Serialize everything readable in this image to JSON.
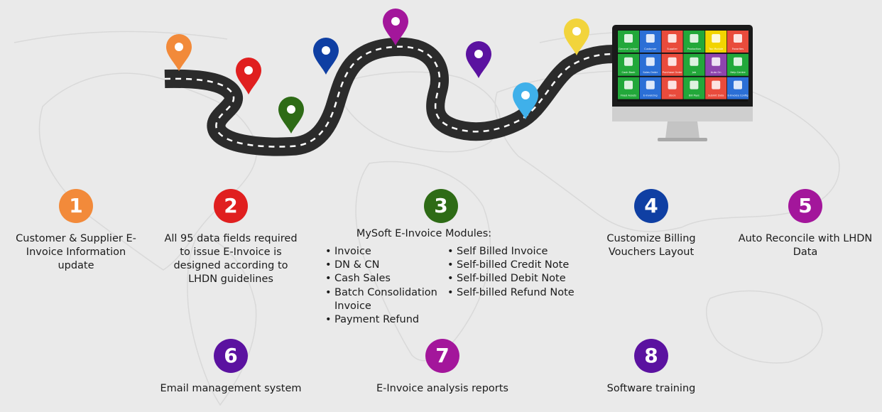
{
  "colors": {
    "background": "#eaeaea",
    "map": "#d9d9d9",
    "road": "#2b2b2b",
    "road_dash": "#ffffff"
  },
  "pins": [
    {
      "color": "#f28a3a"
    },
    {
      "color": "#e01f1f"
    },
    {
      "color": "#2e6b16"
    },
    {
      "color": "#0f3fa3"
    },
    {
      "color": "#a3169b"
    },
    {
      "color": "#5b12a0"
    },
    {
      "color": "#3fb0ea"
    },
    {
      "color": "#f2d43c"
    }
  ],
  "monitor": {
    "tiles": [
      {
        "color": "#22a83a",
        "icon": "ledger-icon",
        "label": "General Ledger"
      },
      {
        "color": "#2b6fd6",
        "icon": "customer-icon",
        "label": "Customer"
      },
      {
        "color": "#e94b3c",
        "icon": "supplier-icon",
        "label": "Supplier"
      },
      {
        "color": "#22a83a",
        "icon": "production-icon",
        "label": "Production"
      },
      {
        "color": "#f2d400",
        "icon": "sst-icon",
        "label": "Tax Module"
      },
      {
        "color": "#e94b3c",
        "icon": "heart-icon",
        "label": "Favorites"
      },
      {
        "color": "#22a83a",
        "icon": "cash-icon",
        "label": "Cash Book"
      },
      {
        "color": "#2b6fd6",
        "icon": "order-icon",
        "label": "Sales Order"
      },
      {
        "color": "#e94b3c",
        "icon": "purchase-icon",
        "label": "Purchase Order"
      },
      {
        "color": "#22a83a",
        "icon": "job-icon",
        "label": "Job"
      },
      {
        "color": "#8e44ad",
        "icon": "autoon-icon",
        "label": "Auto On"
      },
      {
        "color": "#22a83a",
        "icon": "help-icon",
        "label": "Help Centre"
      },
      {
        "color": "#22a83a",
        "icon": "fixed-assets-icon",
        "label": "Fixed Assets"
      },
      {
        "color": "#2b6fd6",
        "icon": "invoicing-icon",
        "label": "E-Invoicing"
      },
      {
        "color": "#e94b3c",
        "icon": "stock-icon",
        "label": "Stock"
      },
      {
        "color": "#22a83a",
        "icon": "bill-icon",
        "label": "Bill Pays"
      },
      {
        "color": "#e94b3c",
        "icon": "submit-icon",
        "label": "Submit Data"
      },
      {
        "color": "#2b6fd6",
        "icon": "einvoice-icon",
        "label": "E-Invoice Config"
      }
    ]
  },
  "steps": [
    {
      "number": "1",
      "color": "#f28a3a",
      "caption": "Customer & Supplier E-\nInvoice Information\nupdate"
    },
    {
      "number": "2",
      "color": "#e01f1f",
      "caption": "All 95 data fields required\nto issue E-Invoice is\ndesigned according to\nLHDN guidelines"
    },
    {
      "number": "3",
      "color": "#2e6b16",
      "caption": "MySoft E-Invoice Modules:",
      "modules_left": [
        "Invoice",
        "DN & CN",
        "Cash Sales",
        "Batch Consolidation Invoice",
        "Payment Refund"
      ],
      "modules_right": [
        "Self Billed Invoice",
        "Self-billed Credit Note",
        "Self-billed Debit Note",
        "Self-billed Refund Note"
      ]
    },
    {
      "number": "4",
      "color": "#0f3fa3",
      "caption": "Customize Billing\nVouchers Layout"
    },
    {
      "number": "5",
      "color": "#a3169b",
      "caption": "Auto Reconcile with LHDN\nData"
    },
    {
      "number": "6",
      "color": "#5b12a0",
      "caption": "Email management system"
    },
    {
      "number": "7",
      "color": "#a3169b",
      "caption": "E-Invoice analysis reports"
    },
    {
      "number": "8",
      "color": "#5b12a0",
      "caption": "Software training"
    }
  ]
}
